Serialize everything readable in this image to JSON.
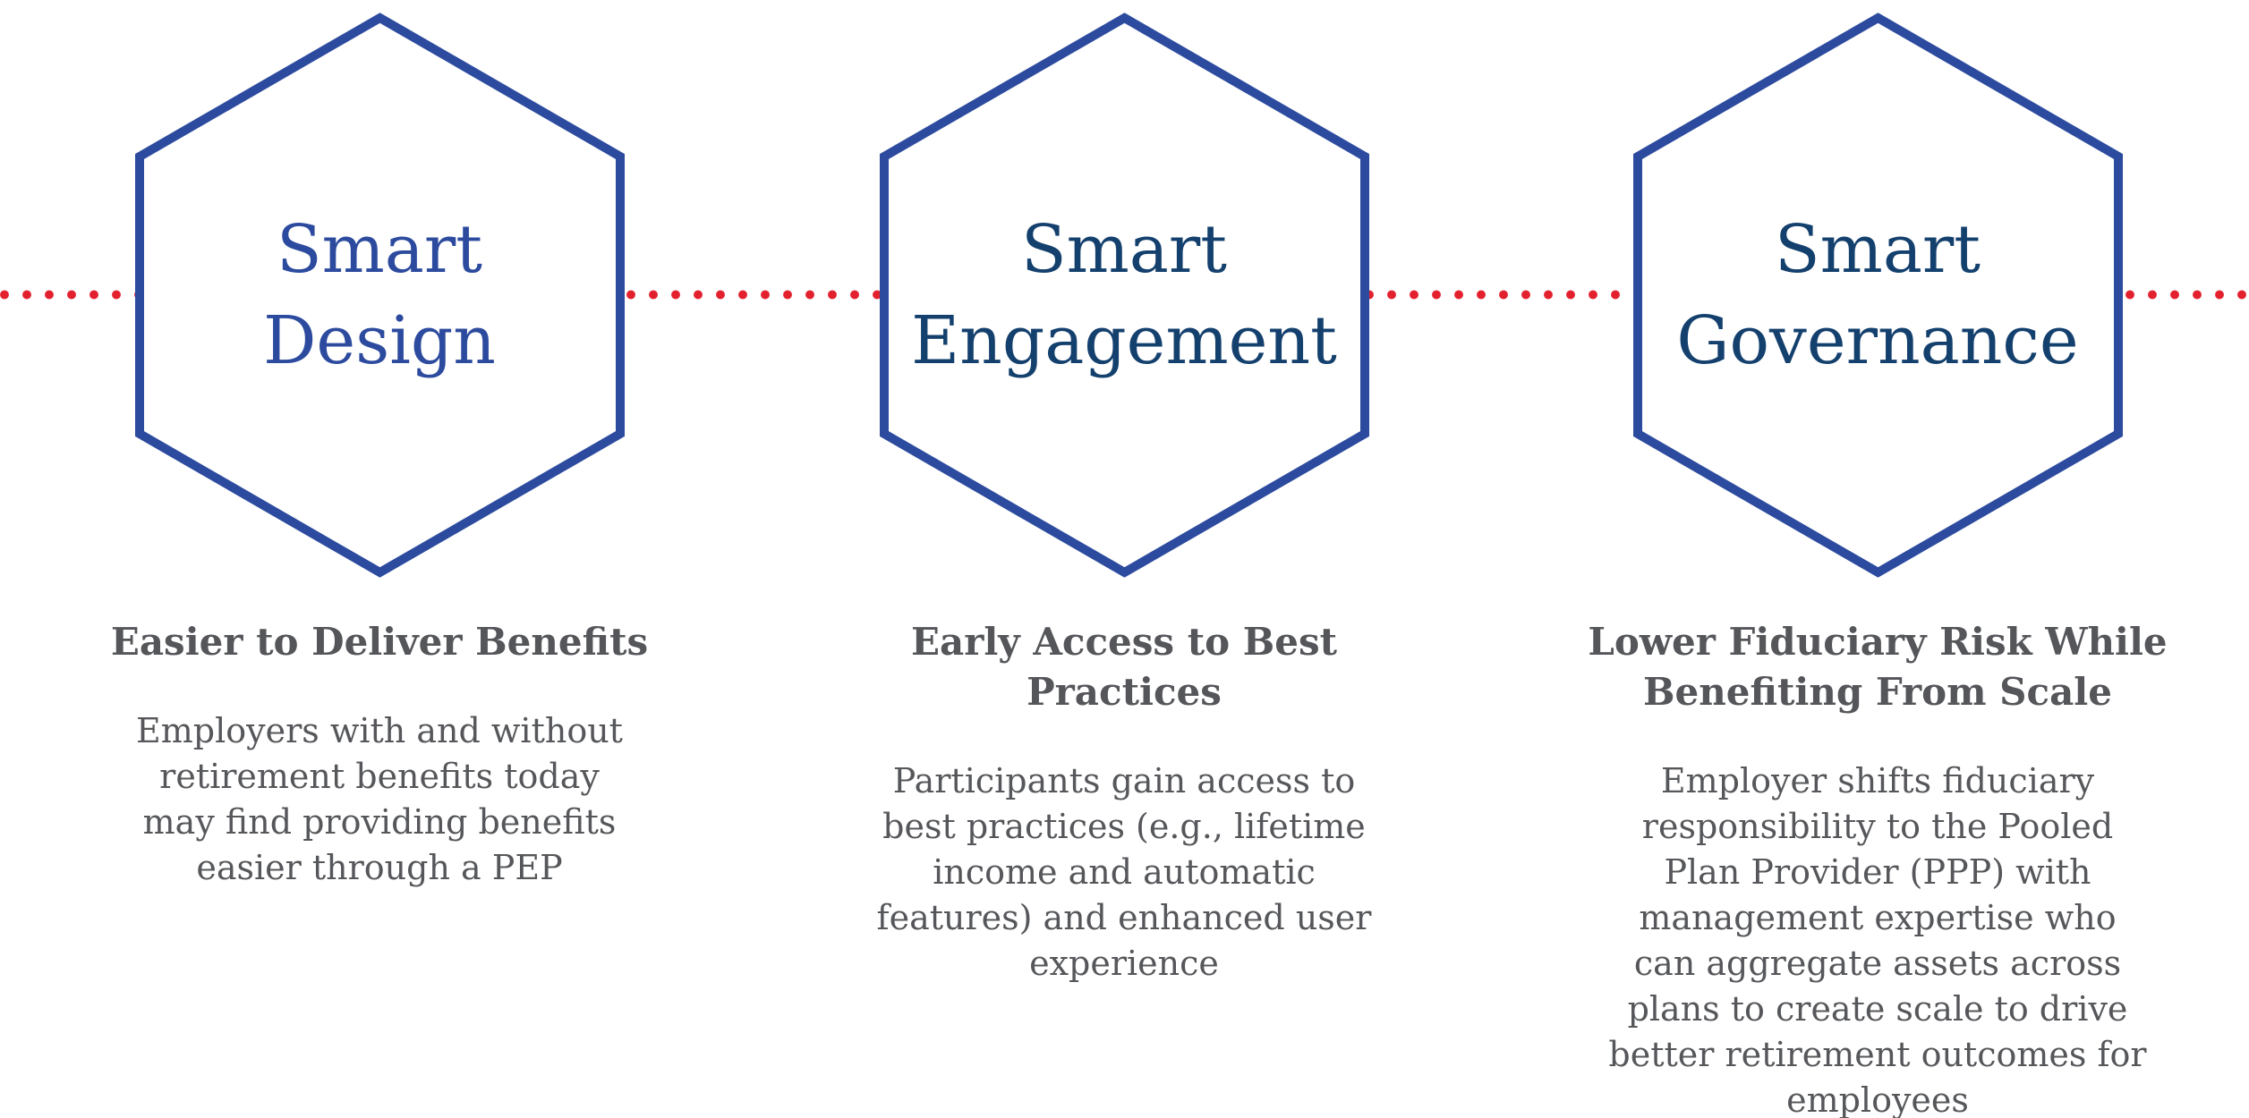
{
  "diagram": {
    "colors": {
      "hexagon_border": "#2c4b9e",
      "dotted_line": "#e3212e",
      "heading_text": "#54565a",
      "body_text": "#55575a"
    },
    "cards": [
      {
        "title": "Smart\nDesign",
        "title_color": "#2c4b9e",
        "heading": "Easier to Deliver Benefits",
        "body": "Employers with and without\nretirement benefits today\nmay find providing benefits\neasier through a PEP"
      },
      {
        "title": "Smart\nEngagement",
        "title_color": "#14406e",
        "heading": "Early Access to Best\nPractices",
        "body": "Participants gain access to\nbest practices (e.g., lifetime\nincome and automatic\nfeatures) and enhanced user\nexperience"
      },
      {
        "title": "Smart\nGovernance",
        "title_color": "#14406e",
        "heading": "Lower Fiduciary Risk While\nBenefiting From Scale",
        "body": "Employer shifts fiduciary\nresponsibility to the Pooled\nPlan Provider (PPP) with\nmanagement expertise who\ncan aggregate assets across\nplans to create scale to drive\nbetter retirement outcomes for\nemployees"
      }
    ]
  }
}
